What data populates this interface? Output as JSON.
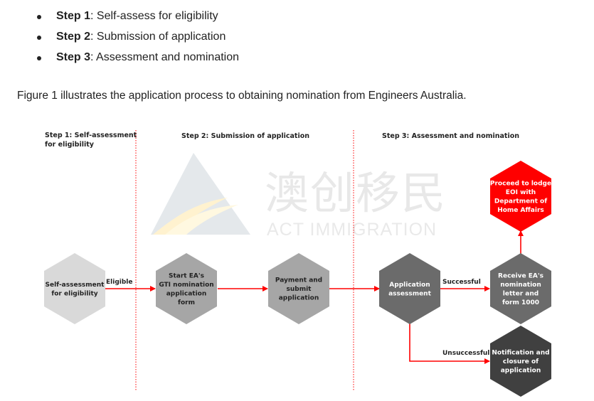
{
  "steps": [
    {
      "label": "Step 1",
      "text": ": Self-assess for eligibility"
    },
    {
      "label": "Step 2",
      "text": ": Submission of application"
    },
    {
      "label": "Step 3",
      "text": ": Assessment and nomination"
    }
  ],
  "intro": "Figure 1 illustrates the application process to obtaining nomination from Engineers Australia.",
  "diagram": {
    "columns": [
      {
        "title_lines": [
          "Step 1: Self-assessment",
          "for eligibility"
        ]
      },
      {
        "title_lines": [
          "Step 2: Submission of application"
        ]
      },
      {
        "title_lines": [
          "Step 3: Assessment and nomination"
        ]
      }
    ],
    "nodes": [
      {
        "id": "self",
        "lines": [
          "Self-assessment",
          "for eligibility"
        ],
        "fill": "#d9d9d9",
        "text_color": "#222222"
      },
      {
        "id": "start",
        "lines": [
          "Start EA's",
          "GTI nomination",
          "application",
          "form"
        ],
        "fill": "#a6a6a6",
        "text_color": "#222222"
      },
      {
        "id": "payment",
        "lines": [
          "Payment and",
          "submit",
          "application"
        ],
        "fill": "#a6a6a6",
        "text_color": "#222222"
      },
      {
        "id": "assess",
        "lines": [
          "Application",
          "assessment"
        ],
        "fill": "#6b6b6b",
        "text_color": "#ffffff"
      },
      {
        "id": "receive",
        "lines": [
          "Receive EA's",
          "nomination",
          "letter and",
          "form 1000"
        ],
        "fill": "#6b6b6b",
        "text_color": "#ffffff"
      },
      {
        "id": "proceed",
        "lines": [
          "Proceed to lodge",
          "EOI with",
          "Department of",
          "Home Affairs"
        ],
        "fill": "#ff0000",
        "text_color": "#ffffff"
      },
      {
        "id": "notify",
        "lines": [
          "Notification and",
          "closure of",
          "application"
        ],
        "fill": "#404040",
        "text_color": "#ffffff"
      }
    ],
    "edge_labels": {
      "eligible": "Eligible",
      "successful": "Successful",
      "unsuccessful": "Unsuccessful"
    },
    "colors": {
      "arrow": "#ff0000",
      "divider": "#ff0000"
    },
    "watermark": {
      "cn": "澳创移民",
      "en": "ACT IMMIGRATION"
    }
  }
}
